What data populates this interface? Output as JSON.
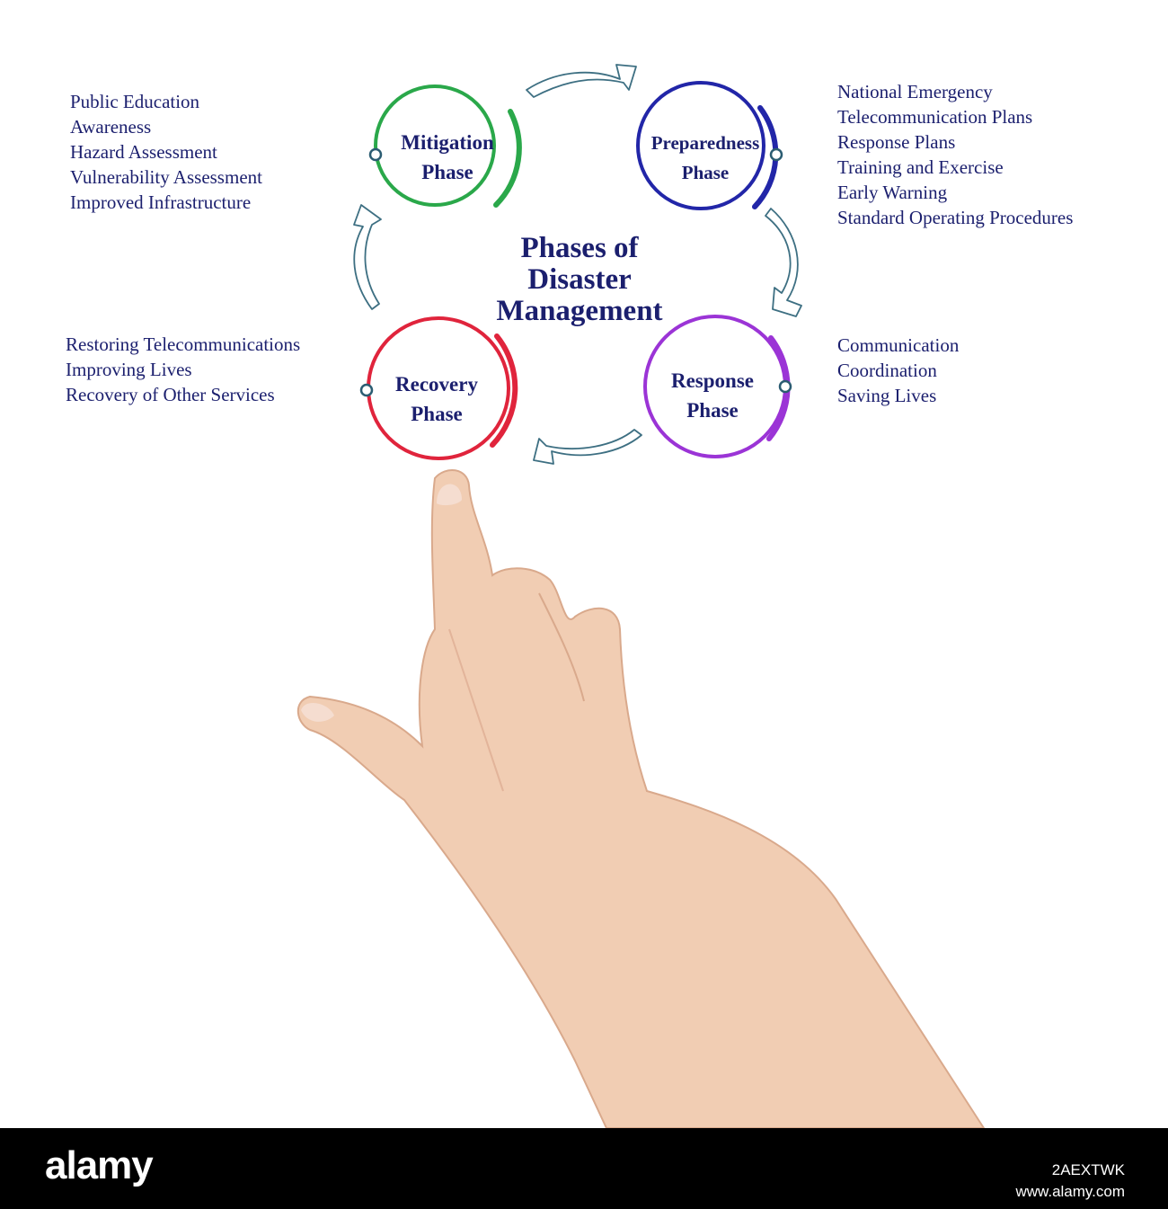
{
  "diagram": {
    "title_lines": [
      "Phases of",
      "Disaster",
      "Management"
    ],
    "phases": [
      {
        "id": "mitigation",
        "name_lines": [
          "Mitigation",
          "Phase"
        ],
        "color": "#2aa84a",
        "items": [
          "Public Education",
          "Awareness",
          "Hazard Assessment",
          "Vulnerability Assessment",
          "Improved Infrastructure"
        ]
      },
      {
        "id": "preparedness",
        "name_lines": [
          "Preparedness",
          "Phase"
        ],
        "color": "#2226a8",
        "items": [
          "National Emergency",
          "Telecommunication Plans",
          "Response Plans",
          "Training and Exercise",
          "Early Warning",
          "Standard Operating Procedures"
        ]
      },
      {
        "id": "response",
        "name_lines": [
          "Response",
          "Phase"
        ],
        "color": "#9b34d6",
        "items": [
          "Communication",
          "Coordination",
          "Saving Lives"
        ]
      },
      {
        "id": "recovery",
        "name_lines": [
          "Recovery",
          "Phase"
        ],
        "color": "#e0243c",
        "items": [
          "Restoring Telecommunications",
          "Improving Lives",
          "Recovery of Other Services"
        ]
      }
    ],
    "text_color": "#1b1f6e",
    "arrow_color": "#3d6f82",
    "skin_color": "#f1cdb3"
  },
  "footer": {
    "logo": "alamy",
    "image_id": "2AEXTWK",
    "url": "www.alamy.com"
  }
}
